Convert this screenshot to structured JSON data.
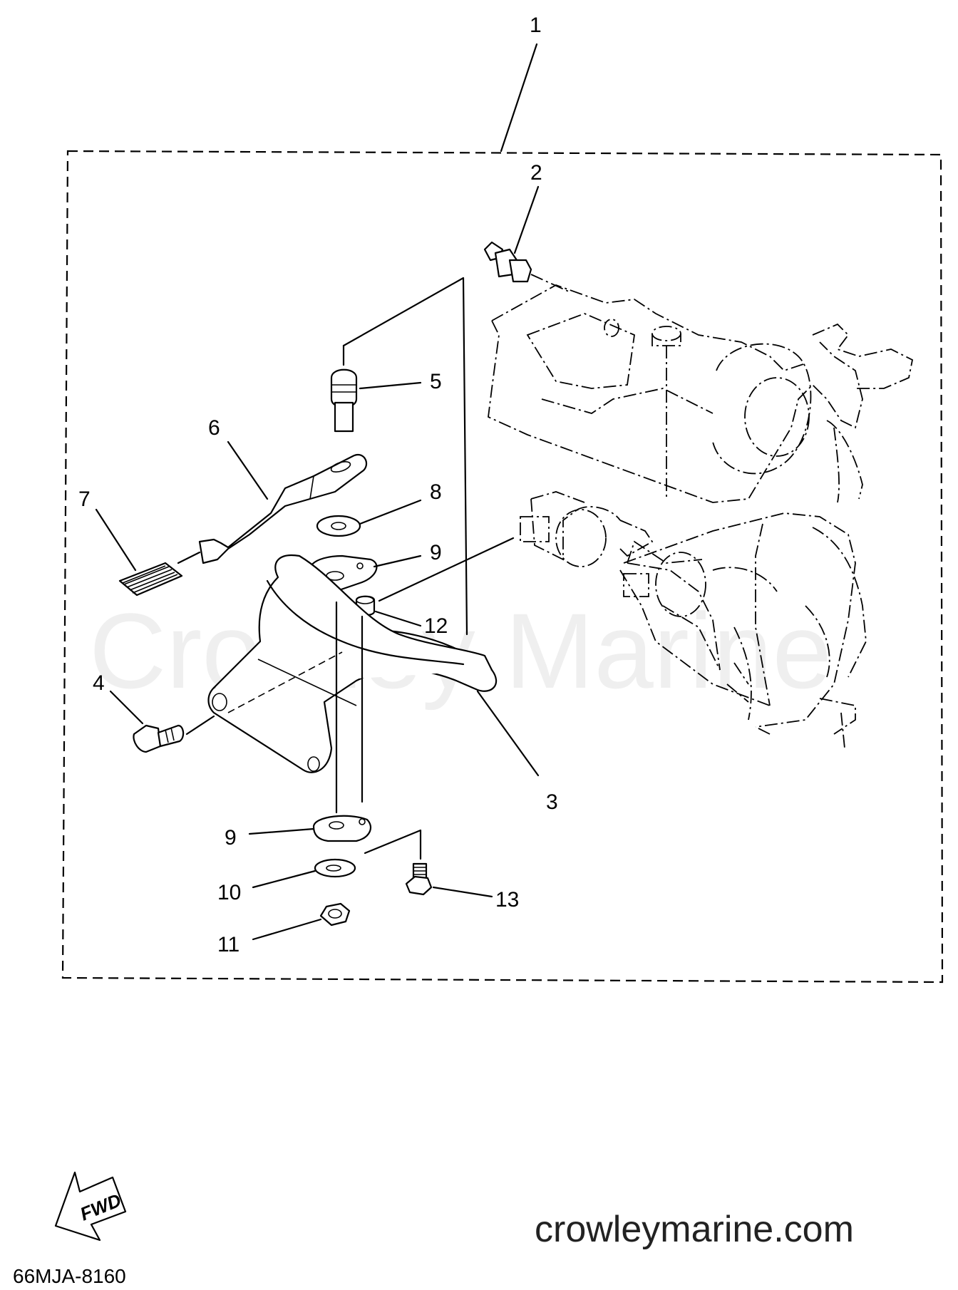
{
  "callouts": {
    "c1": "1",
    "c2": "2",
    "c3": "3",
    "c4": "4",
    "c5": "5",
    "c6": "6",
    "c7": "7",
    "c8": "8",
    "c9a": "9",
    "c9b": "9",
    "c10": "10",
    "c11": "11",
    "c12": "12",
    "c13": "13"
  },
  "watermark": "Crowley Marine",
  "footer": {
    "site": "crowleymarine.com",
    "diagram_code": "66MJA-8160",
    "fwd_label": "FWD"
  }
}
